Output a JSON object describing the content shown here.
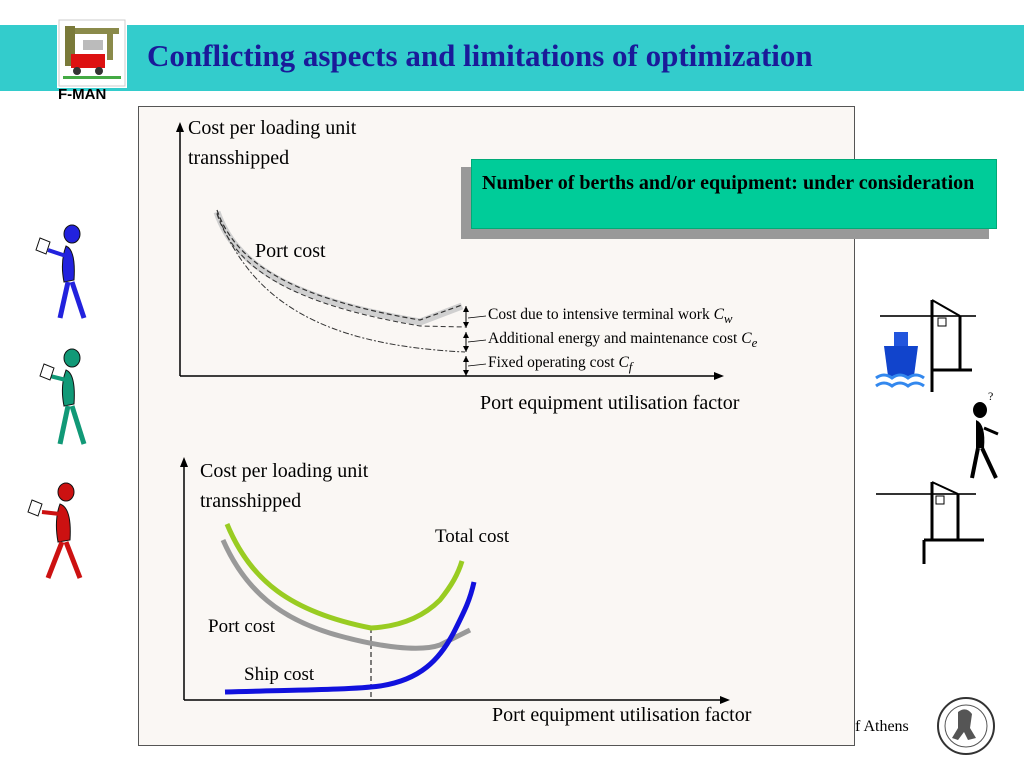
{
  "header": {
    "title": "Conflicting aspects and limitations of optimization",
    "logo_text": "F-MAN",
    "band_color": "#33cccc",
    "title_color": "#1a1a99"
  },
  "diagram_top": {
    "y_axis_label_line1": "Cost per loading unit",
    "y_axis_label_line2": "transshipped",
    "x_axis_label": "Port equipment utilisation factor",
    "curve_label": "Port cost",
    "component_labels": [
      {
        "text": "Cost due to intensive terminal work ",
        "symbol": "C",
        "sub": "w"
      },
      {
        "text": "Additional energy and maintenance cost ",
        "symbol": "C",
        "sub": "e"
      },
      {
        "text": "Fixed operating cost ",
        "symbol": "C",
        "sub": "f"
      }
    ]
  },
  "callout": {
    "text": "Number of berths and/or equipment: under consideration",
    "color": "#00cc99"
  },
  "diagram_bottom": {
    "y_axis_label_line1": "Cost per loading unit",
    "y_axis_label_line2": "transshipped",
    "x_axis_label": "Port equipment utilisation factor",
    "series": [
      {
        "name": "Total cost",
        "color": "#99cc22"
      },
      {
        "name": "Port cost",
        "color": "#999999"
      },
      {
        "name": "Ship cost",
        "color": "#1111dd"
      }
    ]
  },
  "footer": {
    "text": "f Athens"
  },
  "icons": [
    "stick-figure-blue-icon",
    "stick-figure-green-icon",
    "stick-figure-red-icon",
    "ship-crane-icon",
    "thinking-figure-icon",
    "crane-icon",
    "university-seal-icon"
  ]
}
